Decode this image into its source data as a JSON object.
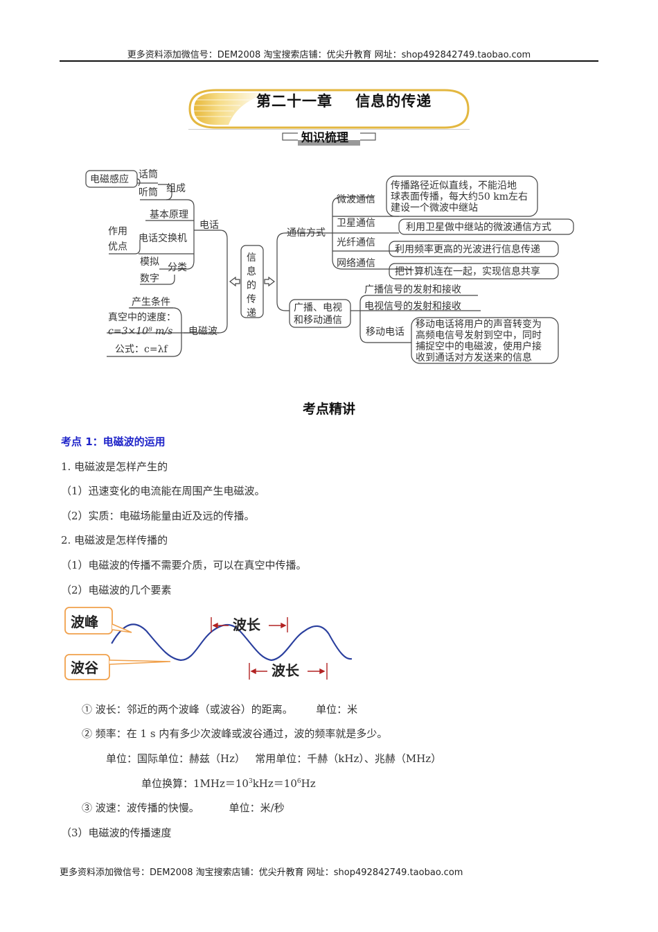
{
  "header": {
    "text": "更多资料添加微信号：DEM2008  淘宝搜索店铺：优尖升教育  网址：shop492842749.taobao.com"
  },
  "footer": {
    "text": "更多资料添加微信号：DEM2008  淘宝搜索店铺：优尖升教育  网址：shop492842749.taobao.com"
  },
  "chapter": {
    "title": "第二十一章    信息的传递",
    "subtitle": "知识梳理"
  },
  "mindmap": {
    "center": [
      "信",
      "息",
      "的",
      "传",
      "递"
    ],
    "left": {
      "phone": {
        "label": "电话",
        "composition": {
          "label": "组成",
          "items": [
            "话筒",
            "听筒"
          ],
          "note": "电磁感应"
        },
        "principle": "基本原理",
        "exchange": {
          "label": "电话交换机",
          "items": [
            "作用",
            "优点"
          ]
        },
        "types": {
          "label": "分类",
          "items": [
            "模拟",
            "数字"
          ]
        }
      },
      "em_wave": {
        "label": "电磁波",
        "condition": "产生条件",
        "speed_label": "真空中的速度：",
        "speed_value": "c=3×10⁸ m/s",
        "formula": "公式：c=λf"
      }
    },
    "right": {
      "comm": {
        "label": "通信方式",
        "items": [
          {
            "label": "微波通信",
            "desc": [
              "传播路径近似直线，不能沿地",
              "球表面传播，每大约50 km左右",
              "建设一个微波中继站"
            ]
          },
          {
            "label": "卫星通信",
            "desc": [
              "利用卫星做中继站的微波通信方式"
            ]
          },
          {
            "label": "光纤通信",
            "desc": [
              "利用频率更高的光波进行信息传递"
            ]
          },
          {
            "label": "网络通信",
            "desc": [
              "把计算机连在一起，实现信息共享"
            ]
          }
        ]
      },
      "broadcast": {
        "label": [
          "广播、电视",
          "和移动通信"
        ],
        "items": [
          {
            "label": "广播信号的发射和接收"
          },
          {
            "label": "电视信号的发射和接收"
          },
          {
            "label": "移动电话",
            "desc": [
              "移动电话将用户的声音转变为",
              "高频电信号发射到空中，同时",
              "捕捉空中的电磁波，使用户接",
              "收到通话对方发送来的信息"
            ]
          }
        ]
      }
    }
  },
  "section": {
    "title": "考点精讲",
    "point1": "考点 1：电磁波的运用",
    "lines": {
      "l1": "1. 电磁波是怎样产生的",
      "l1a": "（1）迅速变化的电流能在周围产生电磁波。",
      "l1b": "（2）实质：电磁场能量由近及远的传播。",
      "l2": "2. 电磁波是怎样传播的",
      "l2a": "（1）电磁波的传播不需要介质，可以在真空中传播。",
      "l2b": "（2）电磁波的几个要素",
      "w1": "① 波长：邻近的两个波峰（或波谷）的距离。       单位：米",
      "w2": "② 频率：在 1 s 内有多少次波峰或波谷通过，波的频率就是多少。",
      "w3": "单位：国际单位：赫兹（Hz）   常用单位：千赫（kHz）、兆赫（MHz）",
      "w4_pre": "单位换算：1MHz＝10",
      "w4_sup1": "3",
      "w4_mid": "kHz＝10",
      "w4_sup2": "6",
      "w4_post": "Hz",
      "w5": "③ 波速：波传播的快慢。         单位：米/秒",
      "l3": "（3）电磁波的传播速度"
    }
  },
  "wave_figure": {
    "crest": "波峰",
    "trough": "波谷",
    "wavelength": "波长",
    "colors": {
      "wave": "#2a3f9e",
      "callout": "#f0a04b",
      "marker": "#b22222"
    }
  }
}
